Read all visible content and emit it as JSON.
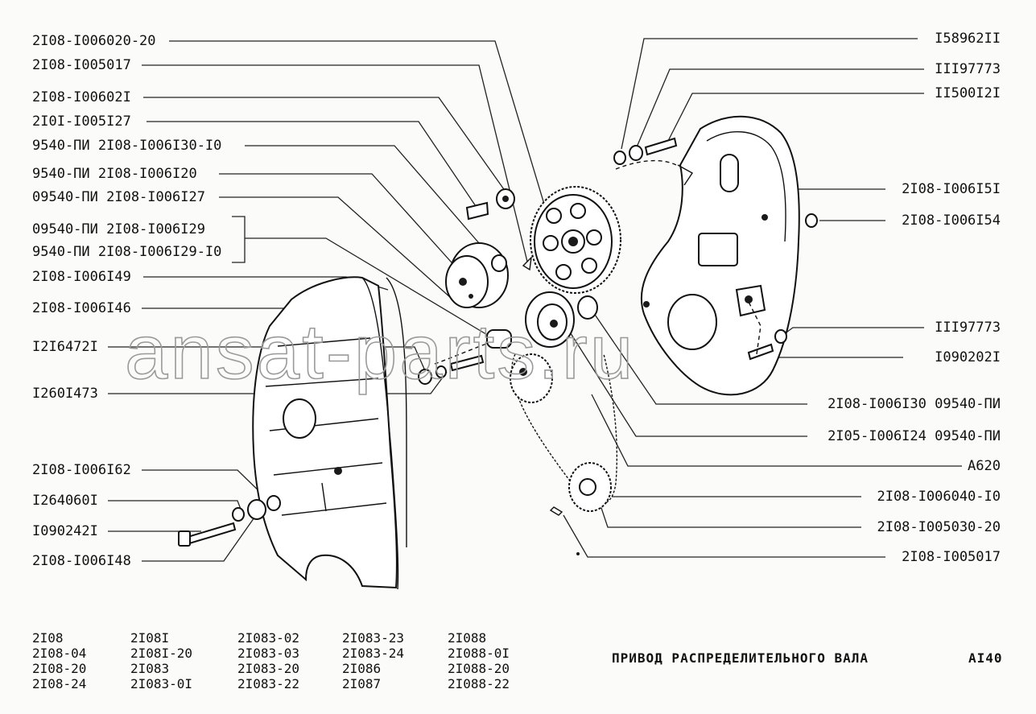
{
  "diagram": {
    "callouts_left": [
      "2I08-I006020-20",
      "2I08-I005017",
      "2I08-I00602I",
      "2I0I-I005I27",
      "9540-ПИ 2I08-I006I30-I0",
      "9540-ПИ 2I08-I006I20",
      "09540-ПИ 2I08-I006I27",
      "09540-ПИ 2I08-I006I29",
      "9540-ПИ 2I08-I006I29-I0",
      "2I08-I006I49",
      "2I08-I006I46",
      "I2I6472I",
      "I260I473",
      "2I08-I006I62",
      "I264060I",
      "I090242I",
      "2I08-I006I48"
    ],
    "callouts_right": [
      "I58962II",
      "III97773",
      "II500I2I",
      "2I08-I006I5I",
      "2I08-I006I54",
      "III97773",
      "I090202I",
      "2I08-I006I30 09540-ПИ",
      "2I05-I006I24 09540-ПИ",
      "A620",
      "2I08-I006040-I0",
      "2I08-I005030-20",
      "2I08-I005017"
    ],
    "watermark": "ansat-parts.ru"
  },
  "footer": {
    "models": [
      [
        "2I08",
        "2I08-04",
        "2I08-20",
        "2I08-24"
      ],
      [
        "2I08I",
        "2I08I-20",
        "2I083",
        "2I083-0I"
      ],
      [
        "2I083-02",
        "2I083-03",
        "2I083-20",
        "2I083-22"
      ],
      [
        "2I083-23",
        "2I083-24",
        "2I086",
        "2I087"
      ],
      [
        "2I088",
        "2I088-0I",
        "2I088-20",
        "2I088-22"
      ]
    ],
    "title": "ПРИВОД РАСПРЕДЕЛИТЕЛЬНОГО ВАЛА",
    "page_code": "AI40"
  }
}
